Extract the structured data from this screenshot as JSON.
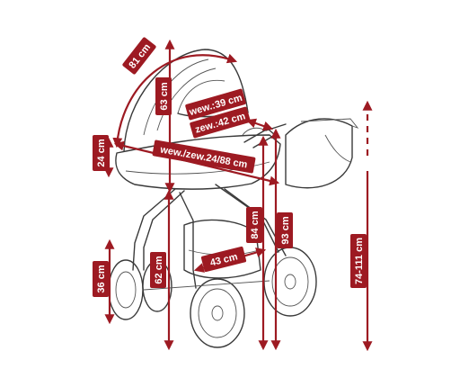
{
  "colors": {
    "dimension": "#9d1a22",
    "outline": "#3a3a3a",
    "background": "#ffffff"
  },
  "dimensions": {
    "hood_arc": "81 cm",
    "hood_height": "63 cm",
    "inner_width": "wew.:39 cm",
    "outer_width": "zew.:42 cm",
    "body_height": "24 cm",
    "length": "wew./zew.24/88 cm",
    "chassis_height": "62 cm",
    "wheel_height": "36 cm",
    "basket_width": "43 cm",
    "handle_low": "84 cm",
    "total_height": "93 cm",
    "handle_range": "74-111 cm"
  }
}
